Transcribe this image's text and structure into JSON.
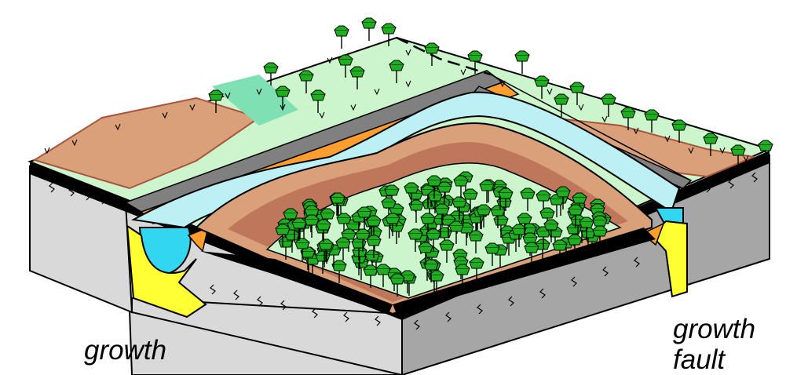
{
  "labels": {
    "left": "growth",
    "right_line1": "growth",
    "right_line2": "fault"
  },
  "colors": {
    "grass": "#ccf5cc",
    "grass_dark": "#7fe0b3",
    "soil": "#d9a07a",
    "soil_dark": "#a8553f",
    "water": "#bdf0f5",
    "water_mid": "#33d6f0",
    "tree": "#1fae1f",
    "coal": "#000000",
    "rock_front": "#d9d9d9",
    "rock_side": "#a6a6a6",
    "grey_seam": "#808080",
    "orange_sand": "#ff9d2e",
    "yellow_sand": "#ffff33"
  }
}
